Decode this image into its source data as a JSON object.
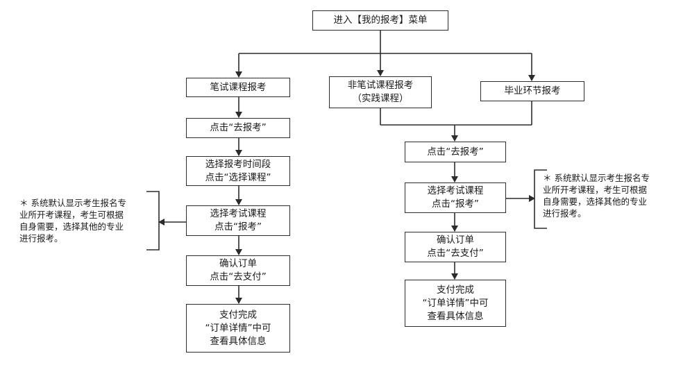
{
  "nodes": {
    "start": [
      "进入【我的报考】菜单"
    ],
    "written": [
      "笔试课程报考"
    ],
    "nonwritten": [
      "非笔试课程报考",
      "（实践课程）"
    ],
    "graduation": [
      "毕业环节报考"
    ],
    "l_click": [
      "点击“去报考”"
    ],
    "l_time": [
      "选择报考时间段",
      "点击“选择课程”"
    ],
    "l_select": [
      "选择考试课程",
      "点击“报考”"
    ],
    "l_confirm": [
      "确认订单",
      "点击“去支付”"
    ],
    "l_done": [
      "支付完成",
      "“订单详情”中可",
      "查看具体信息"
    ],
    "r_click": [
      "点击“去报考”"
    ],
    "r_select": [
      "选择考试课程",
      "点击“报考”"
    ],
    "r_confirm": [
      "确认订单",
      "点击“去支付”"
    ],
    "r_done": [
      "支付完成",
      "“订单详情”中可",
      "查看具体信息"
    ]
  },
  "notes": {
    "left": [
      "＊ 系统默认显示考生报名专",
      "业所开考课程，考生可根据",
      "自身需要，选择其他的专业",
      "进行报考。"
    ],
    "right": [
      "＊ 系统默认显示考生报名专",
      "业所开考课程，考生可根据",
      "自身需要，选择其他的专业",
      "进行报考。"
    ]
  }
}
